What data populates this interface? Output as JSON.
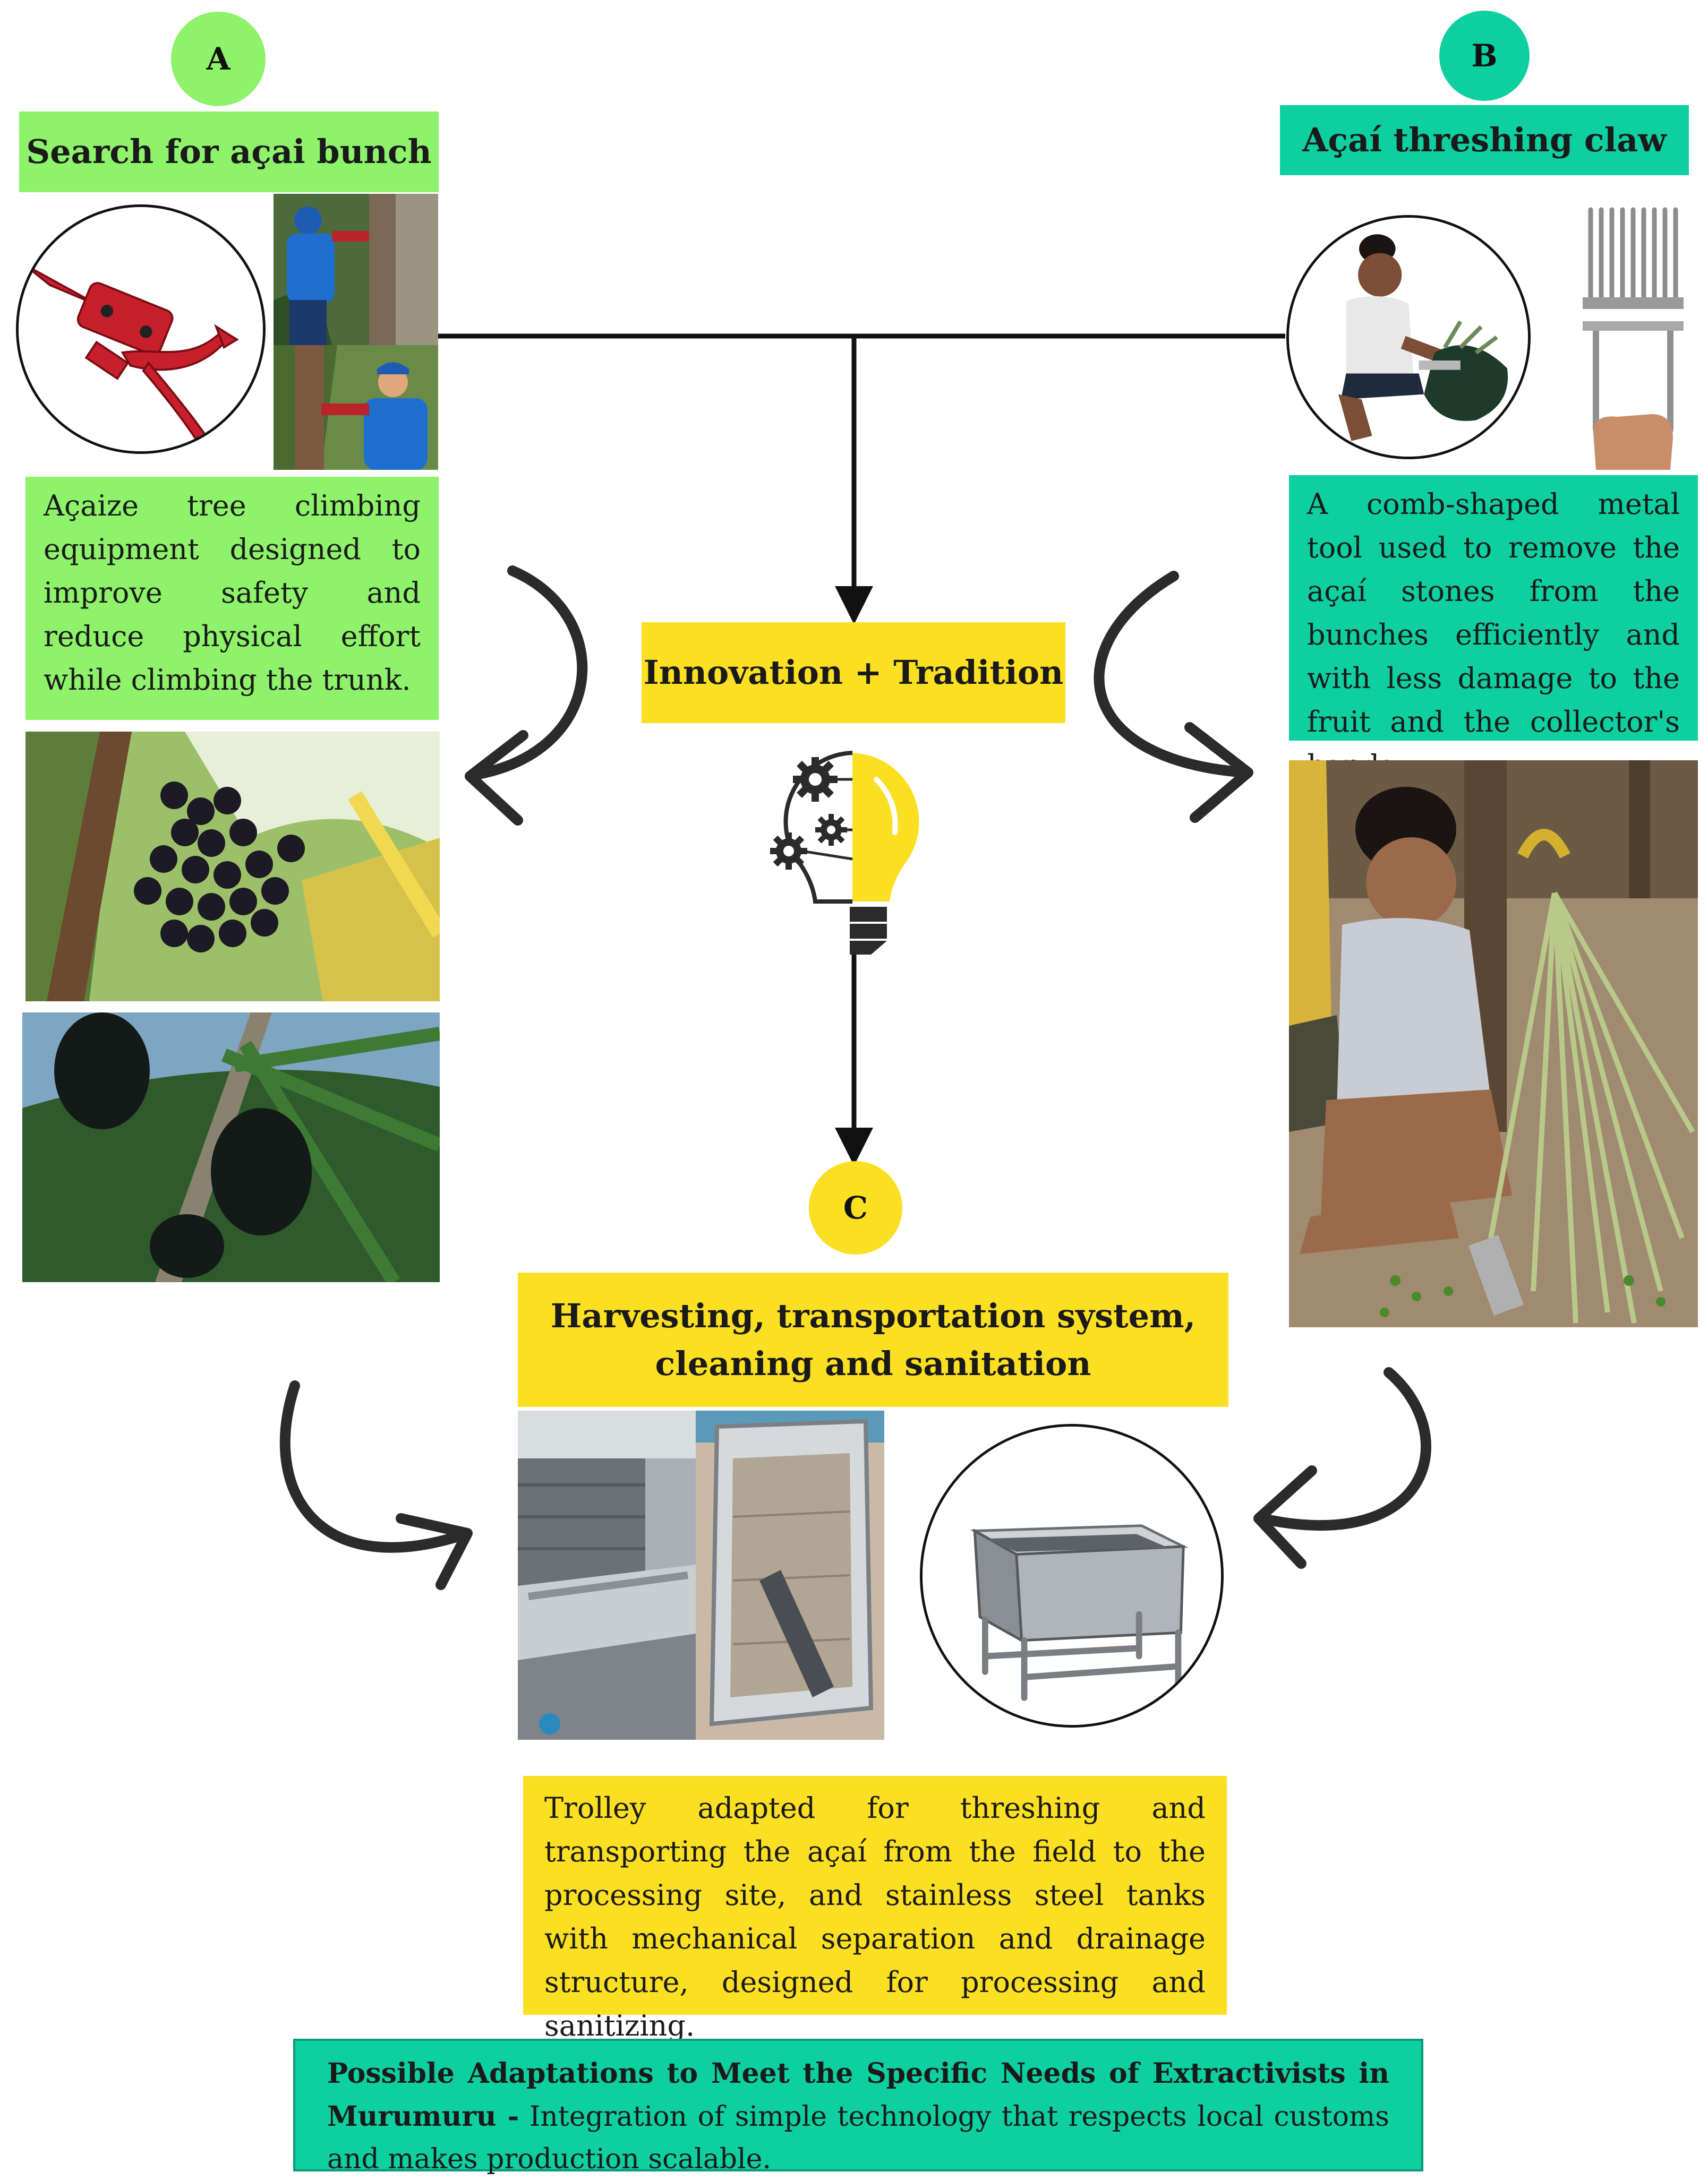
{
  "sections": {
    "a": {
      "marker": "A",
      "title": "Search for açai bunch",
      "description": "Açaize tree climbing equipment designed to improve safety and reduce physical effort while climbing the trunk."
    },
    "b": {
      "marker": "B",
      "title": "Açaí threshing claw",
      "description": "A comb-shaped metal tool used to remove the açaí stones from the bunches efficiently and with less damage to the fruit and the collector's hands."
    },
    "center": {
      "title": "Innovation + Tradition"
    },
    "c": {
      "marker": "C",
      "title_line1": "Harvesting, transportation system,",
      "title_line2": "cleaning and sanitation",
      "description": "Trolley adapted for threshing and transporting the açaí from the field to the processing site, and stainless steel tanks with mechanical separation and drainage structure, designed for processing and sanitizing."
    },
    "footer": {
      "bold_text": "Possible Adaptations to Meet the Specific Needs of Extractivists in Murumuru -",
      "text": " Integration of simple technology that respects local customs and makes production scalable."
    }
  },
  "colors": {
    "green": "#8ef26a",
    "teal": "#0dcfa0",
    "yellow": "#fbdf22",
    "line": "#111111",
    "arrow": "#2b2b2b"
  },
  "icons": [
    "lightbulb-gears-icon",
    "climbing-equipment-icon",
    "threshing-claw-icon",
    "steel-tank-icon"
  ]
}
